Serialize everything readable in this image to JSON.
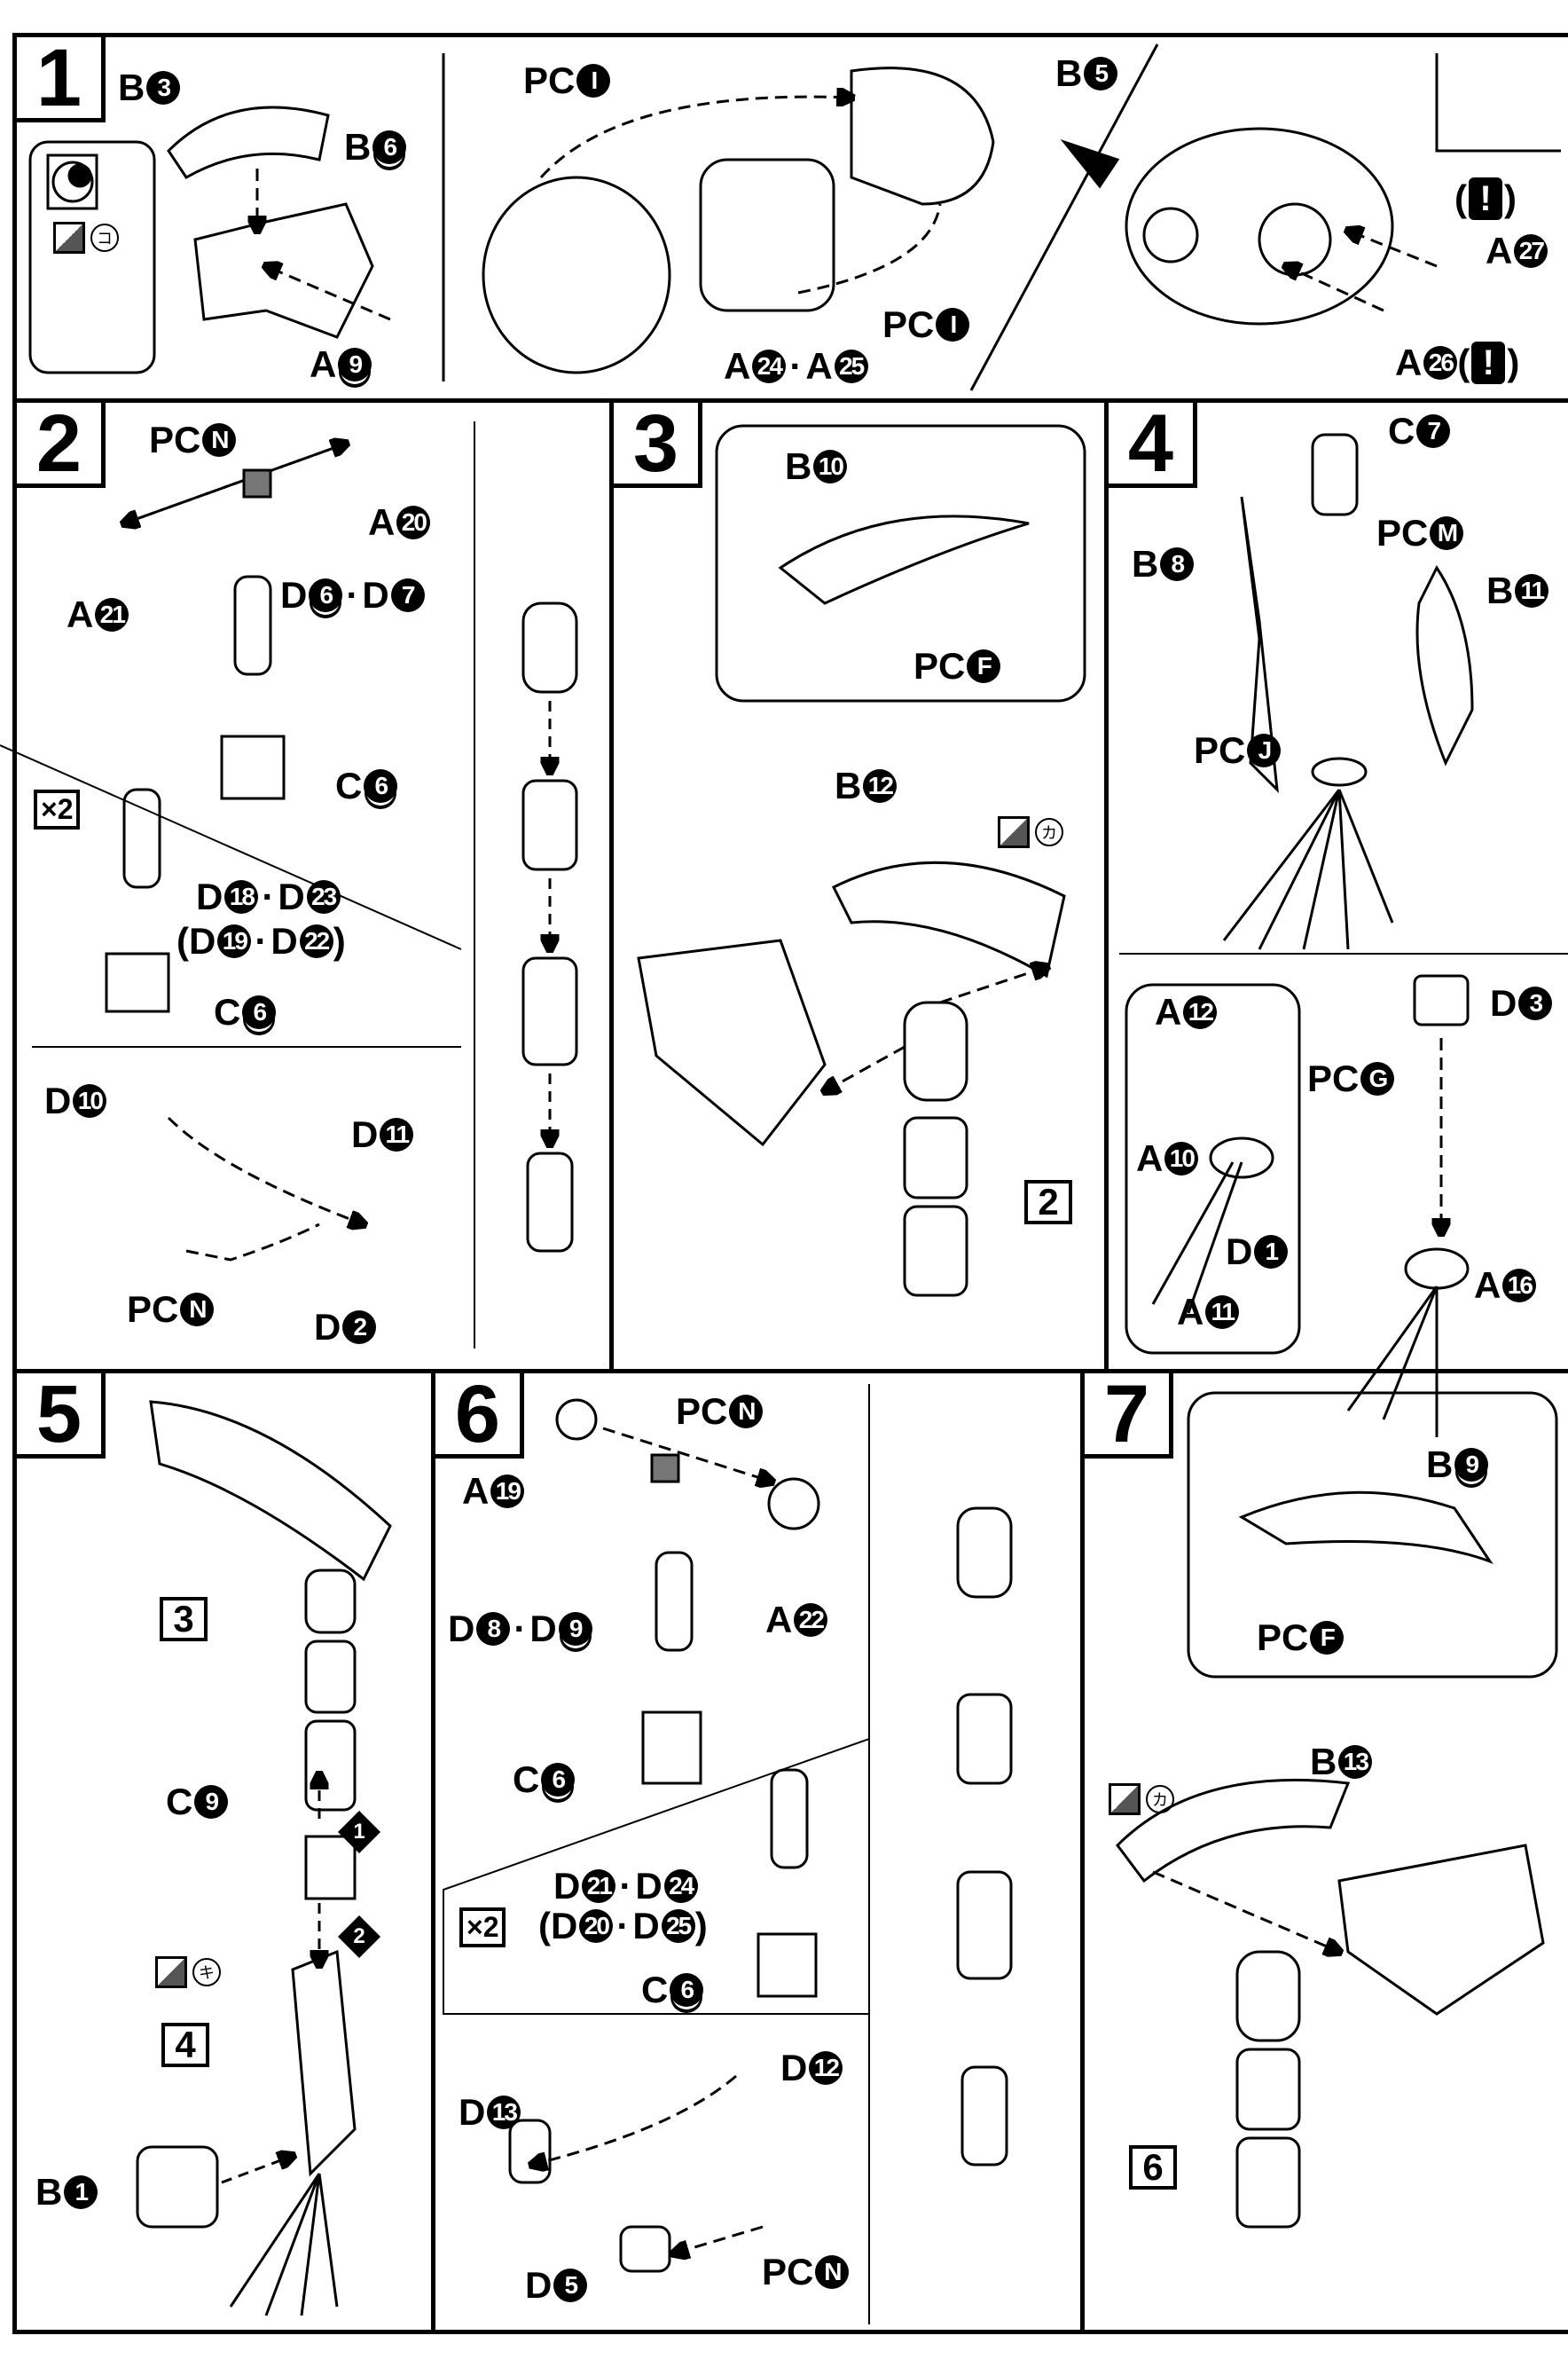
{
  "separator": "·",
  "paren_open": "(",
  "paren_close": ")",
  "multiplier": "×2",
  "steps": [
    {
      "number": "1",
      "labels": [
        {
          "id": "b3",
          "items": [
            {
              "letter": "B",
              "num": "3"
            }
          ]
        },
        {
          "id": "b6",
          "items": [
            {
              "letter": "B",
              "num": "6",
              "ul": true
            }
          ]
        },
        {
          "id": "a9",
          "items": [
            {
              "letter": "A",
              "num": "9",
              "ul": true
            }
          ]
        },
        {
          "id": "pci1",
          "items": [
            {
              "letter": "PC",
              "num": "I"
            }
          ]
        },
        {
          "id": "b5",
          "items": [
            {
              "letter": "B",
              "num": "5"
            }
          ]
        },
        {
          "id": "pci2",
          "items": [
            {
              "letter": "PC",
              "num": "I"
            }
          ]
        },
        {
          "id": "a24a25",
          "items": [
            {
              "letter": "A",
              "num": "24"
            },
            {
              "letter": "A",
              "num": "25"
            }
          ]
        },
        {
          "id": "alert1",
          "alert": "!",
          "paren": true,
          "items": []
        },
        {
          "id": "a27",
          "items": [
            {
              "letter": "A",
              "num": "27"
            }
          ]
        },
        {
          "id": "a26",
          "alert": "!",
          "paren": true,
          "items": [
            {
              "letter": "A",
              "num": "26"
            }
          ]
        }
      ],
      "paint": {
        "kana": "コ"
      }
    },
    {
      "number": "2",
      "labels": [
        {
          "id": "pcn1",
          "items": [
            {
              "letter": "PC",
              "num": "N"
            }
          ]
        },
        {
          "id": "a20",
          "items": [
            {
              "letter": "A",
              "num": "20"
            }
          ]
        },
        {
          "id": "a21",
          "items": [
            {
              "letter": "A",
              "num": "21"
            }
          ]
        },
        {
          "id": "d6d7",
          "items": [
            {
              "letter": "D",
              "num": "6",
              "ul": true
            },
            {
              "letter": "D",
              "num": "7"
            }
          ]
        },
        {
          "id": "c6a",
          "items": [
            {
              "letter": "C",
              "num": "6",
              "ul": true
            }
          ]
        },
        {
          "id": "d18d23",
          "items": [
            {
              "letter": "D",
              "num": "18"
            },
            {
              "letter": "D",
              "num": "23"
            }
          ]
        },
        {
          "id": "d19d22",
          "paren": true,
          "items": [
            {
              "letter": "D",
              "num": "19"
            },
            {
              "letter": "D",
              "num": "22"
            }
          ]
        },
        {
          "id": "c6b",
          "items": [
            {
              "letter": "C",
              "num": "6",
              "ul": true
            }
          ]
        },
        {
          "id": "d10",
          "items": [
            {
              "letter": "D",
              "num": "10"
            }
          ]
        },
        {
          "id": "d11",
          "items": [
            {
              "letter": "D",
              "num": "11"
            }
          ]
        },
        {
          "id": "pcn2",
          "items": [
            {
              "letter": "PC",
              "num": "N"
            }
          ]
        },
        {
          "id": "d2",
          "items": [
            {
              "letter": "D",
              "num": "2"
            }
          ]
        }
      ]
    },
    {
      "number": "3",
      "labels": [
        {
          "id": "b10",
          "items": [
            {
              "letter": "B",
              "num": "10"
            }
          ]
        },
        {
          "id": "pcf",
          "items": [
            {
              "letter": "PC",
              "num": "F"
            }
          ]
        },
        {
          "id": "b12",
          "items": [
            {
              "letter": "B",
              "num": "12"
            }
          ]
        }
      ],
      "paint": {
        "kana": "カ"
      },
      "ref": "2"
    },
    {
      "number": "4",
      "labels": [
        {
          "id": "c7",
          "items": [
            {
              "letter": "C",
              "num": "7"
            }
          ]
        },
        {
          "id": "pcm",
          "items": [
            {
              "letter": "PC",
              "num": "M"
            }
          ]
        },
        {
          "id": "b8",
          "items": [
            {
              "letter": "B",
              "num": "8"
            }
          ]
        },
        {
          "id": "b11",
          "items": [
            {
              "letter": "B",
              "num": "11"
            }
          ]
        },
        {
          "id": "pcj",
          "items": [
            {
              "letter": "PC",
              "num": "J"
            }
          ]
        },
        {
          "id": "a12",
          "items": [
            {
              "letter": "A",
              "num": "12"
            }
          ]
        },
        {
          "id": "d3",
          "items": [
            {
              "letter": "D",
              "num": "3"
            }
          ]
        },
        {
          "id": "pcg",
          "items": [
            {
              "letter": "PC",
              "num": "G"
            }
          ]
        },
        {
          "id": "a10",
          "items": [
            {
              "letter": "A",
              "num": "10"
            }
          ]
        },
        {
          "id": "d1",
          "items": [
            {
              "letter": "D",
              "num": "1"
            }
          ]
        },
        {
          "id": "a11",
          "items": [
            {
              "letter": "A",
              "num": "11"
            }
          ]
        },
        {
          "id": "a16",
          "items": [
            {
              "letter": "A",
              "num": "16"
            }
          ]
        }
      ]
    },
    {
      "number": "5",
      "labels": [
        {
          "id": "c9",
          "items": [
            {
              "letter": "C",
              "num": "9"
            }
          ]
        },
        {
          "id": "b1",
          "items": [
            {
              "letter": "B",
              "num": "1"
            }
          ]
        }
      ],
      "paint": {
        "kana": "キ"
      },
      "refs": [
        "3",
        "4"
      ],
      "order": [
        "1",
        "2"
      ]
    },
    {
      "number": "6",
      "labels": [
        {
          "id": "pcn3",
          "items": [
            {
              "letter": "PC",
              "num": "N"
            }
          ]
        },
        {
          "id": "a19",
          "items": [
            {
              "letter": "A",
              "num": "19"
            }
          ]
        },
        {
          "id": "a22",
          "items": [
            {
              "letter": "A",
              "num": "22"
            }
          ]
        },
        {
          "id": "d8d9",
          "items": [
            {
              "letter": "D",
              "num": "8"
            },
            {
              "letter": "D",
              "num": "9",
              "ul": true
            }
          ]
        },
        {
          "id": "c6c",
          "items": [
            {
              "letter": "C",
              "num": "6",
              "ul": true
            }
          ]
        },
        {
          "id": "d21d24",
          "items": [
            {
              "letter": "D",
              "num": "21"
            },
            {
              "letter": "D",
              "num": "24"
            }
          ]
        },
        {
          "id": "d20d25",
          "paren": true,
          "items": [
            {
              "letter": "D",
              "num": "20"
            },
            {
              "letter": "D",
              "num": "25"
            }
          ]
        },
        {
          "id": "c6d",
          "items": [
            {
              "letter": "C",
              "num": "6",
              "ul": true
            }
          ]
        },
        {
          "id": "d12",
          "items": [
            {
              "letter": "D",
              "num": "12"
            }
          ]
        },
        {
          "id": "d13",
          "items": [
            {
              "letter": "D",
              "num": "13"
            }
          ]
        },
        {
          "id": "d5",
          "items": [
            {
              "letter": "D",
              "num": "5"
            }
          ]
        },
        {
          "id": "pcn4",
          "items": [
            {
              "letter": "PC",
              "num": "N"
            }
          ]
        }
      ]
    },
    {
      "number": "7",
      "labels": [
        {
          "id": "b9",
          "items": [
            {
              "letter": "B",
              "num": "9",
              "ul": true
            }
          ]
        },
        {
          "id": "pcf2",
          "items": [
            {
              "letter": "PC",
              "num": "F"
            }
          ]
        },
        {
          "id": "b13",
          "items": [
            {
              "letter": "B",
              "num": "13"
            }
          ]
        }
      ],
      "paint": {
        "kana": "カ"
      },
      "ref": "6"
    }
  ]
}
